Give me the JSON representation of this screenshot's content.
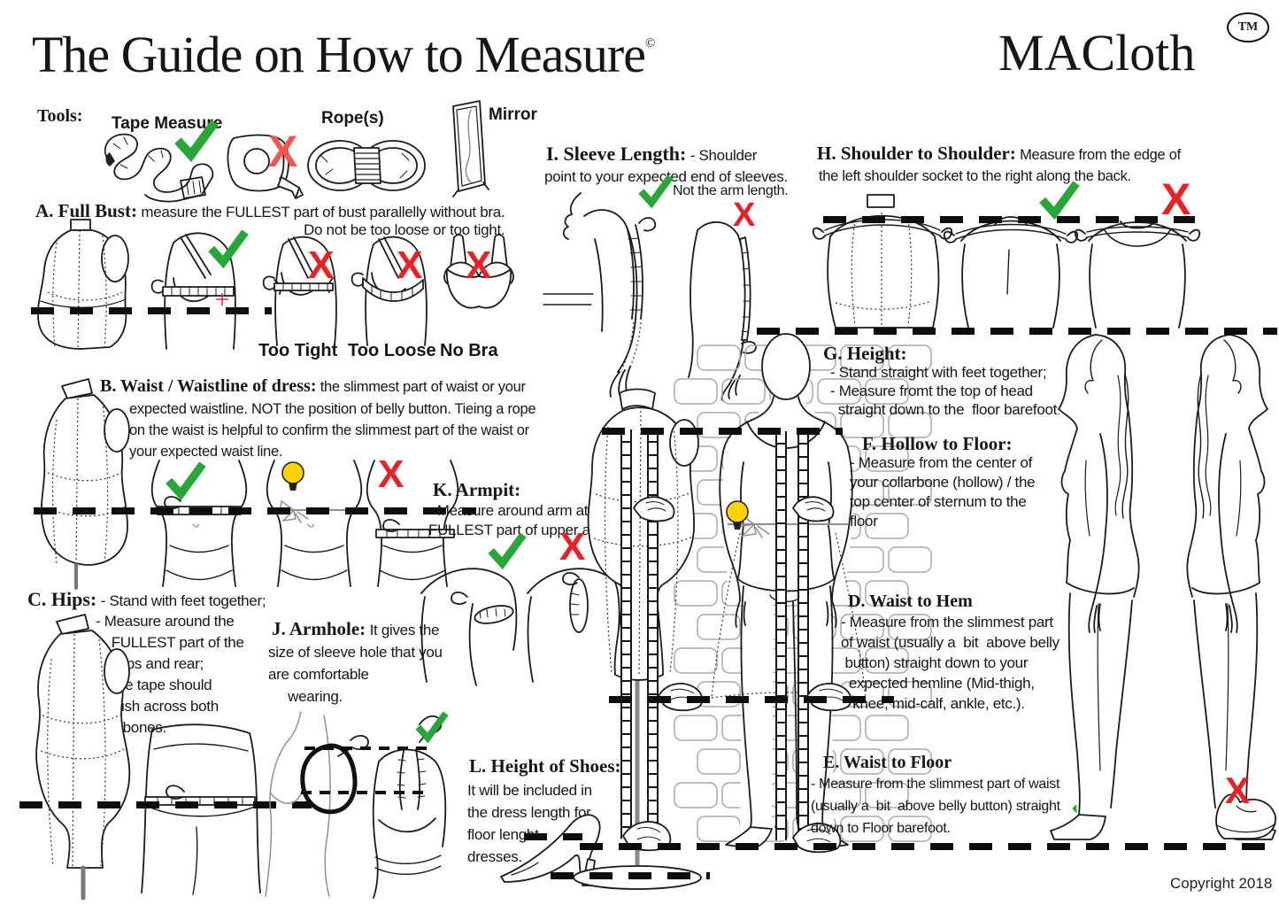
{
  "header": {
    "title": "The Guide on How to Measure",
    "copyright_mark": "©",
    "brand": "MACloth",
    "trademark": "TM"
  },
  "tools": {
    "label": "Tools:",
    "tape_measure": "Tape Measure",
    "rope": "Rope(s)",
    "mirror": "Mirror"
  },
  "sections": {
    "full_bust": {
      "heading": "A. Full Bust:",
      "text": " measure the FULLEST part of bust parallelly without bra.",
      "text2": "Do not be too loose or too tight.",
      "captions": {
        "tight": "Too Tight",
        "loose": "Too Loose",
        "nobra": "No Bra"
      }
    },
    "waist": {
      "heading": "B. Waist / Waistline of dress:",
      "text": " the slimmest part of waist or your",
      "body": "expected waistline. NOT the position of belly button. Tieing a rope\non the waist is helpful to confirm the slimmest part of the waist or\nyour expected waist line."
    },
    "hips": {
      "heading": "C. Hips:",
      "text": " - Stand with feet together;",
      "body": "- Measure around the\n    FULLEST part of the\n     hips and rear;\n - The tape should\n  brush across both\n  hipbones."
    },
    "waist_to_hem": {
      "heading": "D. Waist to Hem",
      "body": "- Measure from the slimmest part\nof waist (usually a  bit  above belly\n button) straight down to your\n  expected hemline (Mid-thigh,\n   knee, mid-calf, ankle, etc.)."
    },
    "waist_to_floor": {
      "heading": "E. Waist to Floor",
      "body": "- Measure from the slimmest part of waist\n(usually a  bit  above belly button) straight\ndown to Floor barefoot."
    },
    "hollow_to_floor": {
      "heading": "F. Hollow to Floor:",
      "body": "- Measure from the center of\nyour collarbone (hollow) / the\ntop center of sternum to the\nfloor"
    },
    "height": {
      "heading": "G. Height:",
      "body": "- Stand straight with feet together;\n- Measure fromt the top of head\n  straight down to the  floor barefoot."
    },
    "shoulder_to_shoulder": {
      "heading": "H. Shoulder to Shoulder:",
      "text": " Measure from the edge of",
      "body": "the left shoulder socket to the right along the back."
    },
    "sleeve_length": {
      "heading": "I. Sleeve Length:",
      "text": " - Shoulder",
      "body": "point to your expected end of sleeves.",
      "note": "Not the arm length."
    },
    "armhole": {
      "heading": "J. Armhole:",
      "text": " It gives the",
      "body": "size of sleeve hole that you\nare comfortable\n     wearing."
    },
    "armpit": {
      "heading": "K. Armpit:",
      "body": "- Measure around arm at\nFULLEST part of upper arm"
    },
    "height_of_shoes": {
      "heading": "L. Height of Shoes:",
      "body": "It will be included in\nthe dress length for\nfloor lenght\ndresses."
    }
  },
  "footer": {
    "copyright": "Copyright 2018"
  },
  "icons": {
    "cross": "X"
  },
  "colors": {
    "check": "#27A737",
    "cross": "#EC2024",
    "tools_cross": "#F4574D",
    "bulb": "#FFD400"
  }
}
